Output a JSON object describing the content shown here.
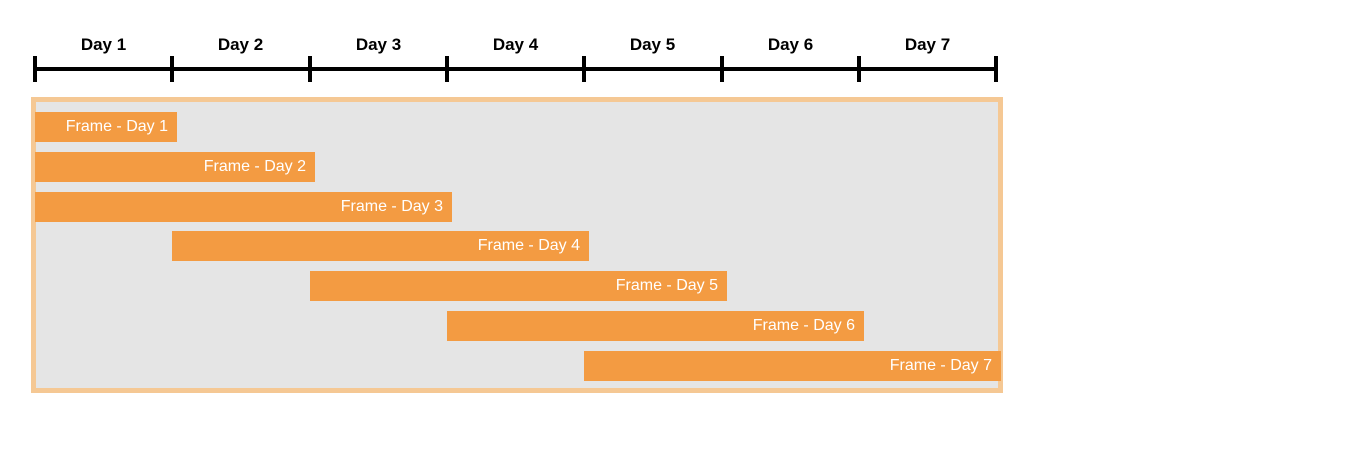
{
  "diagram": {
    "axis": {
      "day_labels": [
        "Day 1",
        "Day 2",
        "Day 3",
        "Day 4",
        "Day 5",
        "Day 6",
        "Day 7"
      ],
      "tick_count": 8
    },
    "frames": [
      {
        "label": "Frame - Day 1",
        "start_day": 0,
        "end_day": 1
      },
      {
        "label": "Frame - Day 2",
        "start_day": 0,
        "end_day": 2
      },
      {
        "label": "Frame - Day 3",
        "start_day": 0,
        "end_day": 3
      },
      {
        "label": "Frame - Day 4",
        "start_day": 1,
        "end_day": 4
      },
      {
        "label": "Frame - Day 5",
        "start_day": 2,
        "end_day": 5
      },
      {
        "label": "Frame - Day 6",
        "start_day": 3,
        "end_day": 6
      },
      {
        "label": "Frame - Day 7",
        "start_day": 4,
        "end_day": 7
      }
    ],
    "colors": {
      "bar_fill": "#F39B42",
      "bar_text": "#FFFFFF",
      "container_fill": "#E5E5E5",
      "container_border": "#F5C894",
      "axis": "#000000",
      "day_label": "#000000",
      "background": "#FFFFFF"
    }
  },
  "chart_data": {
    "type": "bar",
    "orientation": "horizontal-gantt",
    "title": "",
    "xlabel": "",
    "ylabel": "",
    "x_axis_ticks": [
      "Day 1",
      "Day 2",
      "Day 3",
      "Day 4",
      "Day 5",
      "Day 6",
      "Day 7"
    ],
    "xlim_days": [
      0,
      7
    ],
    "grid": false,
    "legend": false,
    "series": [
      {
        "name": "Frame - Day 1",
        "start_day": 0,
        "end_day": 1
      },
      {
        "name": "Frame - Day 2",
        "start_day": 0,
        "end_day": 2
      },
      {
        "name": "Frame - Day 3",
        "start_day": 0,
        "end_day": 3
      },
      {
        "name": "Frame - Day 4",
        "start_day": 1,
        "end_day": 4
      },
      {
        "name": "Frame - Day 5",
        "start_day": 2,
        "end_day": 5
      },
      {
        "name": "Frame - Day 6",
        "start_day": 3,
        "end_day": 6
      },
      {
        "name": "Frame - Day 7",
        "start_day": 4,
        "end_day": 7
      }
    ]
  }
}
